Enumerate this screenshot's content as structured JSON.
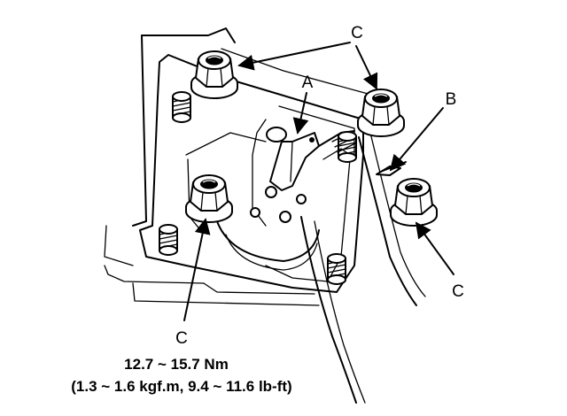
{
  "labels": {
    "a": "A",
    "b": "B",
    "c_top": "C",
    "c_right": "C",
    "c_left": "C"
  },
  "torque_spec": {
    "line1": "12.7 ~ 15.7 Nm",
    "line2": "(1.3 ~ 1.6 kgf.m, 9.4 ~ 11.6 lb-ft)"
  }
}
